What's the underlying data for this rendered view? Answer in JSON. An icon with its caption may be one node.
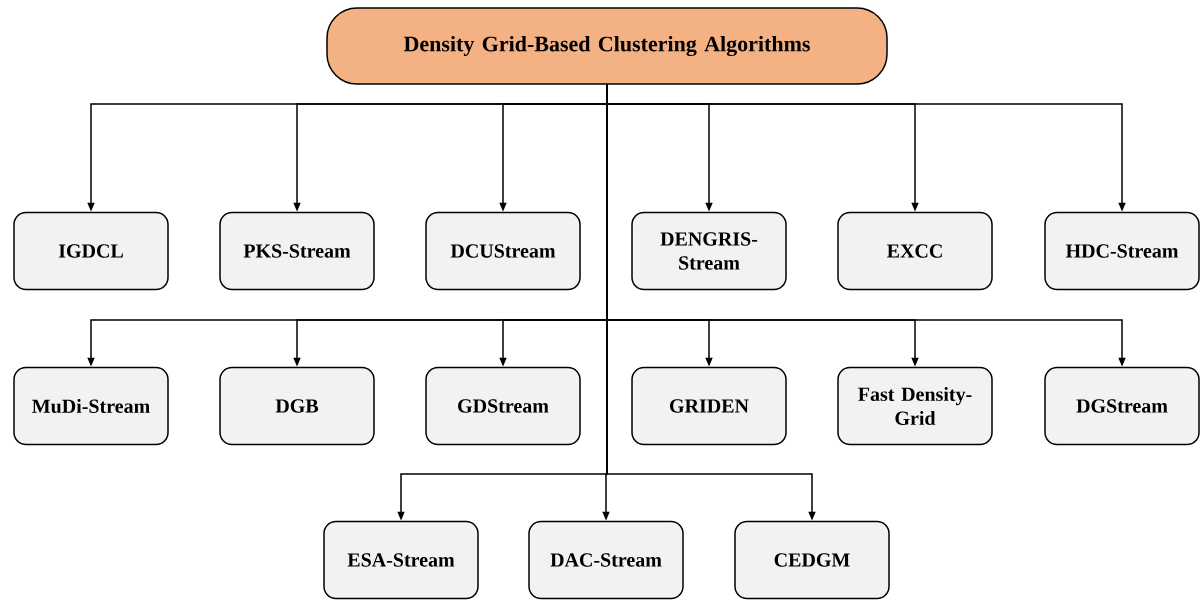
{
  "diagram": {
    "nodes": [
      {
        "text": [
          "Density Grid-Based Clustering Algorithms"
        ]
      },
      {
        "text": [
          "IGDCL"
        ]
      },
      {
        "text": [
          "PKS-Stream"
        ]
      },
      {
        "text": [
          "DCUStream"
        ]
      },
      {
        "text": [
          "DENGRIS-Stream"
        ]
      },
      {
        "text": [
          "EXCC"
        ]
      },
      {
        "text": [
          "HDC-Stream"
        ]
      },
      {
        "text": [
          "MuDi-Stream"
        ]
      },
      {
        "text": [
          "DGB"
        ]
      },
      {
        "text": [
          "GDStream"
        ]
      },
      {
        "text": [
          "GRIDEN"
        ]
      },
      {
        "text": [
          "Fast Density-Grid"
        ]
      },
      {
        "text": [
          "DGStream"
        ]
      },
      {
        "text": [
          "ESA-Stream"
        ]
      },
      {
        "text": [
          "DAC-Stream"
        ]
      },
      {
        "text": [
          "CEDGM"
        ]
      }
    ],
    "edges": [
      {
        "from": 0,
        "to": 1,
        "arrow": "to"
      },
      {
        "from": 0,
        "to": 2,
        "arrow": "to"
      },
      {
        "from": 0,
        "to": 3,
        "arrow": "to"
      },
      {
        "from": 0,
        "to": 4,
        "arrow": "to"
      },
      {
        "from": 0,
        "to": 5,
        "arrow": "to"
      },
      {
        "from": 0,
        "to": 6,
        "arrow": "to"
      },
      {
        "from": 0,
        "to": 7,
        "arrow": "to"
      },
      {
        "from": 0,
        "to": 8,
        "arrow": "to"
      },
      {
        "from": 0,
        "to": 9,
        "arrow": "to"
      },
      {
        "from": 0,
        "to": 10,
        "arrow": "to"
      },
      {
        "from": 0,
        "to": 11,
        "arrow": "to"
      },
      {
        "from": 0,
        "to": 12,
        "arrow": "to"
      },
      {
        "from": 0,
        "to": 13,
        "arrow": "to"
      },
      {
        "from": 0,
        "to": 14,
        "arrow": "to"
      },
      {
        "from": 0,
        "to": 15,
        "arrow": "to"
      }
    ]
  }
}
